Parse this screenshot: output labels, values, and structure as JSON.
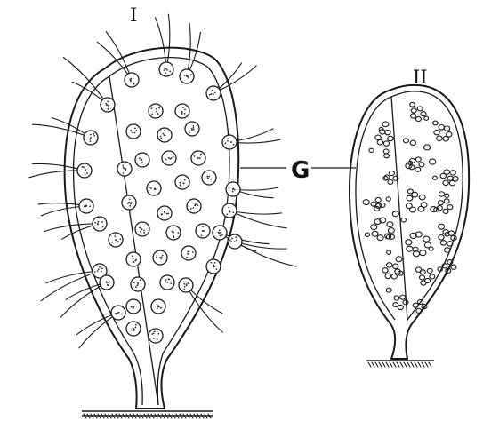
{
  "figure_labels": {
    "cell_one": "I",
    "cell_two": "II",
    "pointer": "G"
  }
}
